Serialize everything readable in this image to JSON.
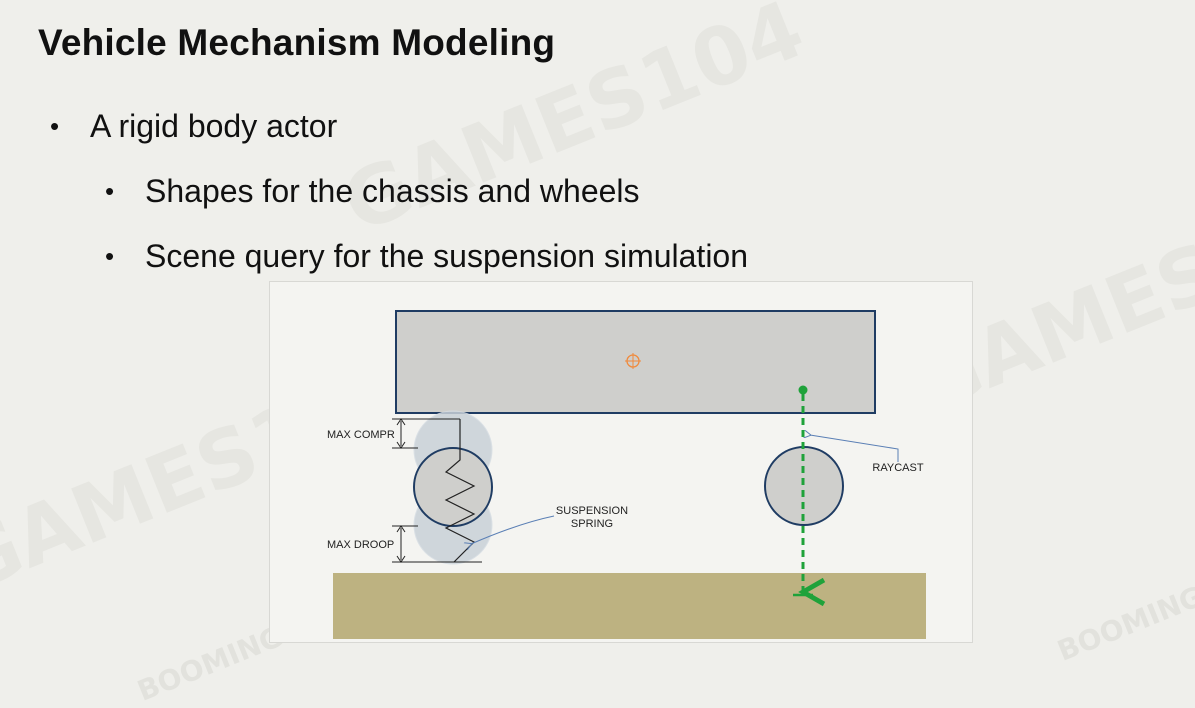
{
  "slide": {
    "title": "Vehicle Mechanism Modeling",
    "bullets": [
      {
        "level": 1,
        "text": "A rigid body actor"
      },
      {
        "level": 2,
        "text": "Shapes for the chassis and wheels"
      },
      {
        "level": 2,
        "text": "Scene query for the suspension simulation"
      }
    ],
    "bullet_glyph": "•"
  },
  "diagram": {
    "labels": {
      "max_compr": "MAX COMPR",
      "max_droop": "MAX DROOP",
      "suspension_spring_line1": "SUSPENSION",
      "suspension_spring_line2": "SPRING",
      "raycast": "RAYCAST"
    },
    "colors": {
      "chassis_fill": "#cfcfcc",
      "outline": "#1f3c63",
      "ground": "#bdb281",
      "ray": "#1fa23a",
      "center_marker": "#f08a3c",
      "ghost_wheel": "#c9d1d8"
    }
  },
  "watermark": {
    "text": "GAMES104",
    "logo_text": "BOOMING TECH"
  }
}
